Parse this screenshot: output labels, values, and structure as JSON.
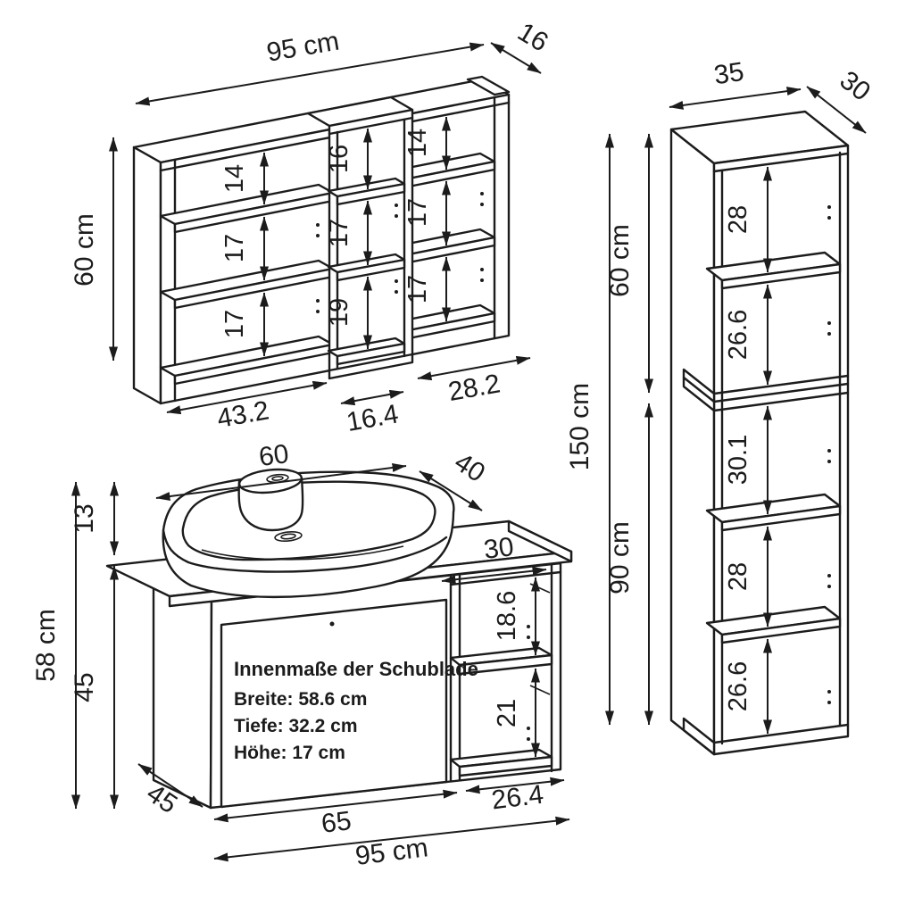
{
  "diagram": {
    "title_hint": "furniture dimension drawing",
    "units": {
      "wall_shelf": {
        "width": "95 cm",
        "depth": "16",
        "height": "60 cm",
        "left_gaps": [
          "14",
          "17",
          "17"
        ],
        "middle_gaps": [
          "16",
          "17",
          "19"
        ],
        "right_gaps": [
          "14",
          "17",
          "17"
        ],
        "section_widths": [
          "43.2",
          "16.4",
          "28.2"
        ]
      },
      "tall_cabinet": {
        "width": "35",
        "depth": "30",
        "height_total": "150 cm",
        "height_upper": "60 cm",
        "height_lower": "90 cm",
        "upper_gaps": [
          "28",
          "26.6"
        ],
        "lower_gaps": [
          "30.1",
          "28",
          "26.6"
        ]
      },
      "vanity": {
        "sink_width": "60",
        "sink_depth": "40",
        "counter_shelf_depth": "30",
        "height_total": "58 cm",
        "sink_height": "13",
        "cabinet_height": "45",
        "cabinet_depth": "45",
        "shelf_gaps": [
          "18.6",
          "21"
        ],
        "door_width": "65",
        "shelf_width": "26.4",
        "width_total": "95 cm",
        "drawer_note_title": "Innenmaße der Schublade",
        "drawer_note_lines": [
          "Breite: 58.6 cm",
          "Tiefe: 32.2 cm",
          "Höhe: 17 cm"
        ]
      }
    }
  }
}
